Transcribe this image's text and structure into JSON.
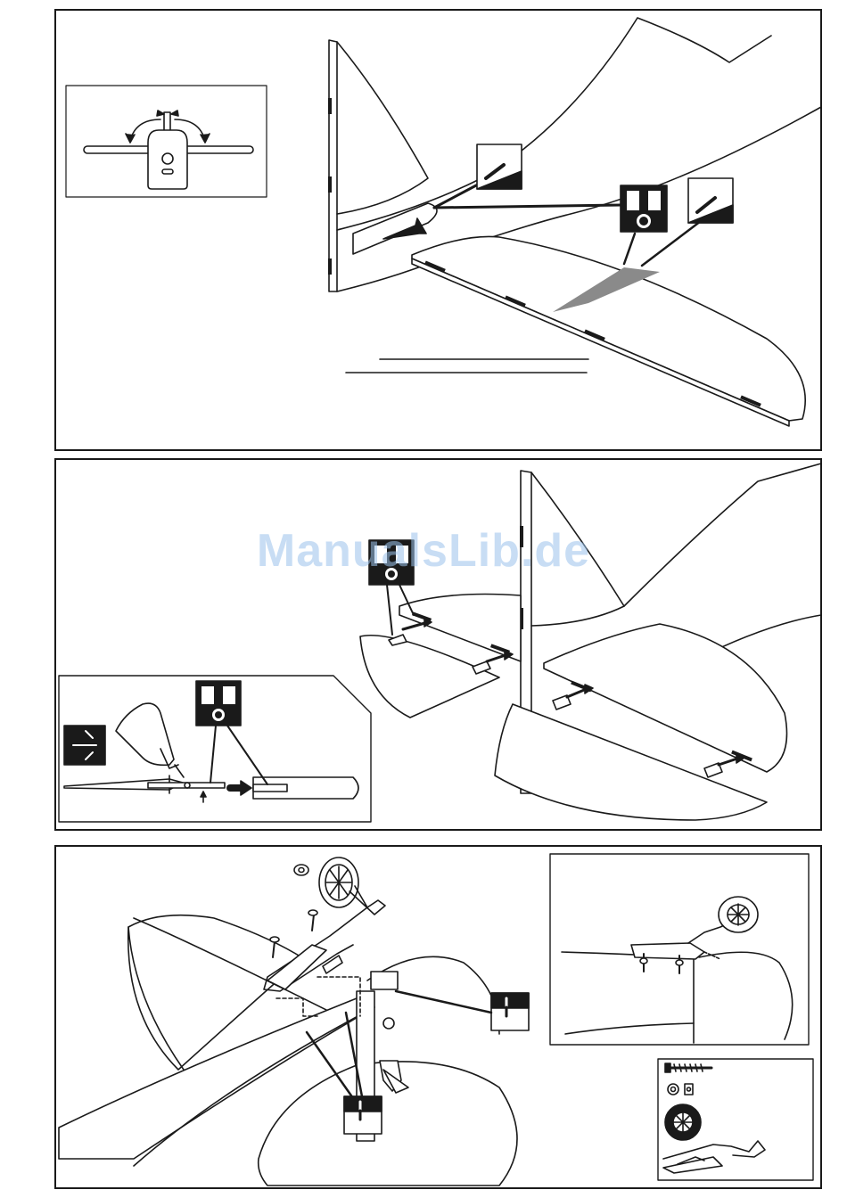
{
  "watermark": {
    "text": "ManualsLib.de"
  },
  "panels": [
    {
      "name": "step-elevator-servo"
    },
    {
      "name": "step-elevator-hinges"
    },
    {
      "name": "step-tailwheel"
    }
  ],
  "icons": {
    "glue": "glue-icon",
    "hinge_slot": "hinge-slot-icon",
    "drill": "drill-icon",
    "servo": "servo-icon",
    "screw": "screw-icon",
    "wheel": "wheel-icon",
    "tailwheel_bracket": "tailwheel-bracket-icon"
  },
  "colors": {
    "line": "#1a1a1a",
    "shade": "#8a8a8a",
    "watermark": "#9cc3ec"
  }
}
